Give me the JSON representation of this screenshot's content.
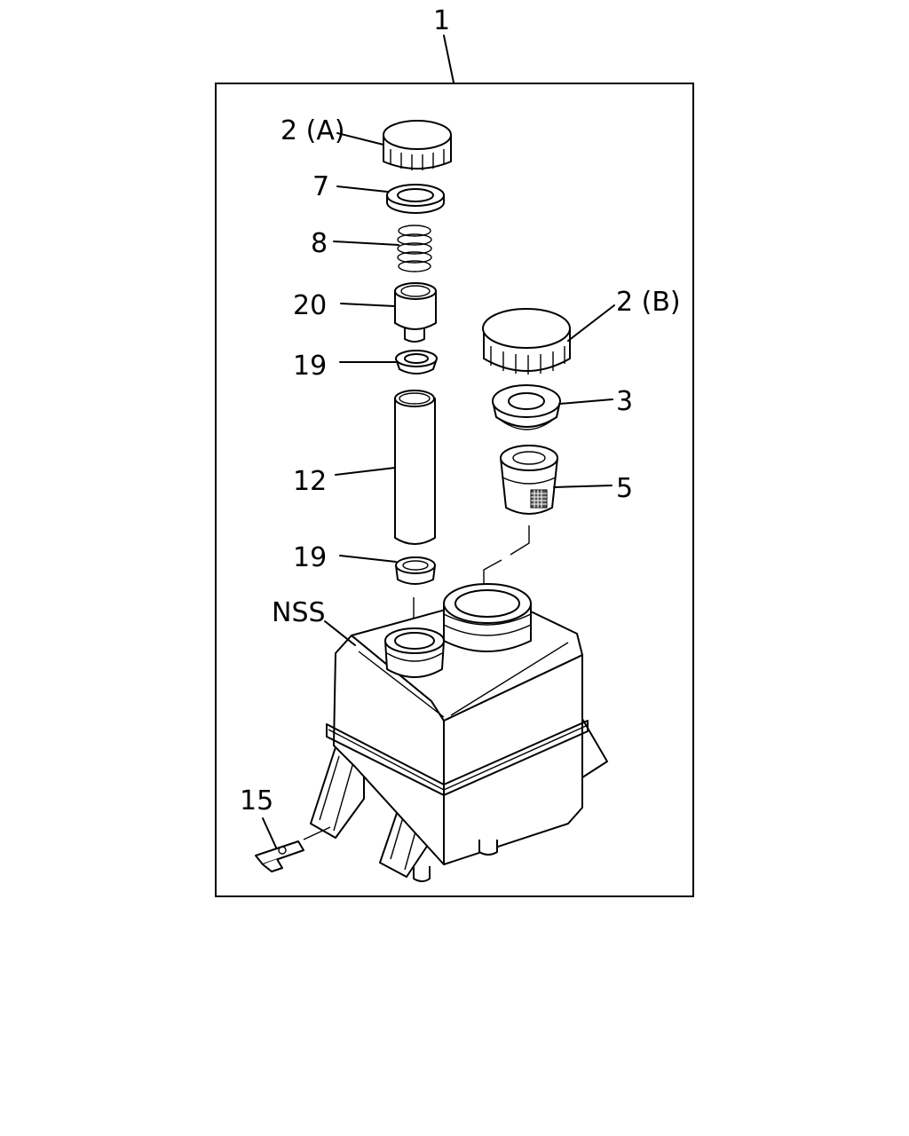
{
  "callouts": {
    "assembly": "1",
    "cap_a": "2 (A)",
    "gasket_7": "7",
    "spring_8": "8",
    "part_20": "20",
    "seal_19_upper": "19",
    "tube_12": "12",
    "seal_19_lower": "19",
    "nss": "NSS",
    "cap_b": "2 (B)",
    "part_3": "3",
    "strainer_5": "5",
    "bracket_15": "15"
  },
  "colors": {
    "line": "#000000",
    "background": "#ffffff"
  }
}
